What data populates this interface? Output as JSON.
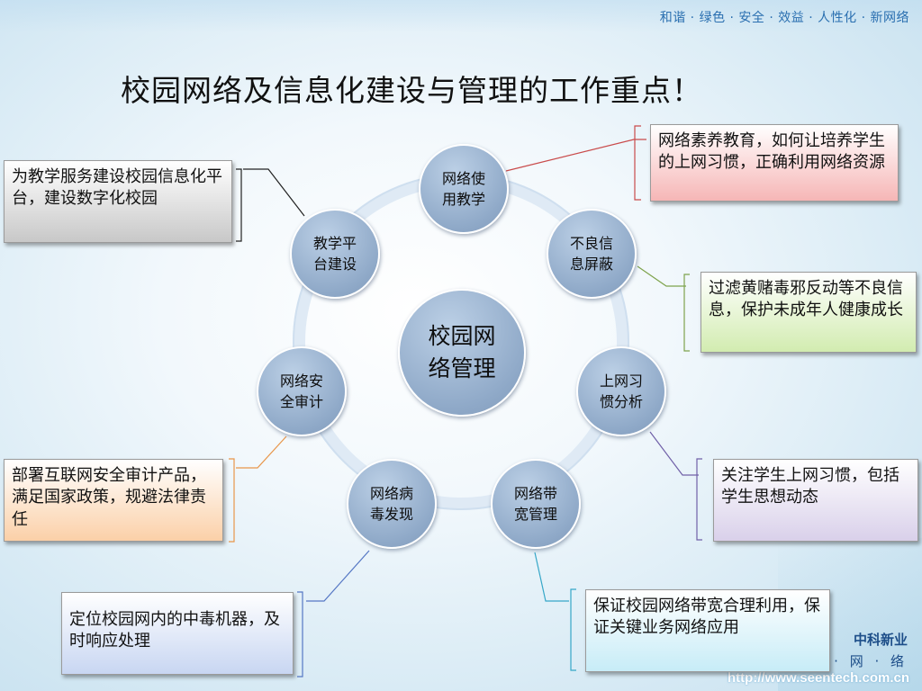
{
  "header": {
    "tagline": "和谐 · 绿色 · 安全 · 效益 · 人性化 · 新网络",
    "title": "校园网络及信息化建设与管理的工作重点！"
  },
  "diagram": {
    "center": "校园网络管理",
    "center_lines": [
      "校园网",
      "络管理"
    ],
    "nodes": [
      {
        "id": "usage-teaching",
        "lines": [
          "网络使",
          "用教学"
        ]
      },
      {
        "id": "info-filter",
        "lines": [
          "不良信",
          "息屏蔽"
        ]
      },
      {
        "id": "habit-analysis",
        "lines": [
          "上网习",
          "惯分析"
        ]
      },
      {
        "id": "bandwidth",
        "lines": [
          "网络带",
          "宽管理"
        ]
      },
      {
        "id": "virus-detect",
        "lines": [
          "网络病",
          "毒发现"
        ]
      },
      {
        "id": "security-audit",
        "lines": [
          "网络安",
          "全审计"
        ]
      },
      {
        "id": "platform",
        "lines": [
          "教学平",
          "台建设"
        ]
      }
    ],
    "notes": [
      {
        "id": "platform",
        "text": "为教学服务建设校园信息化平台，建设数字化校园",
        "color": "#c8c8c8"
      },
      {
        "id": "usage-teaching",
        "text": "网络素养教育，如何让培养学生的上网习惯，正确利用网络资源",
        "color": "#f6b6b6"
      },
      {
        "id": "info-filter",
        "text": "过滤黄赌毒邪反动等不良信息，保护未成年人健康成长",
        "color": "#d2ecb0"
      },
      {
        "id": "habit-analysis",
        "text": "关注学生上网习惯，包括学生思想动态",
        "color": "#d9d0ea"
      },
      {
        "id": "security-audit",
        "text": "部署互联网安全审计产品，满足国家政策，规避法律责任",
        "color": "#fbd0a8"
      },
      {
        "id": "virus-detect",
        "text": "定位校园网内的中毒机器，及时响应处理",
        "color": "#c8d6f2"
      },
      {
        "id": "bandwidth",
        "text": "保证校园网络带宽合理利用，保证关键业务网络应用",
        "color": "#c7ecf7"
      }
    ]
  },
  "footer": {
    "logo": "中科新业",
    "logo_sub": "· 网 · 络",
    "url": "http://www.seentech.com.cn"
  }
}
